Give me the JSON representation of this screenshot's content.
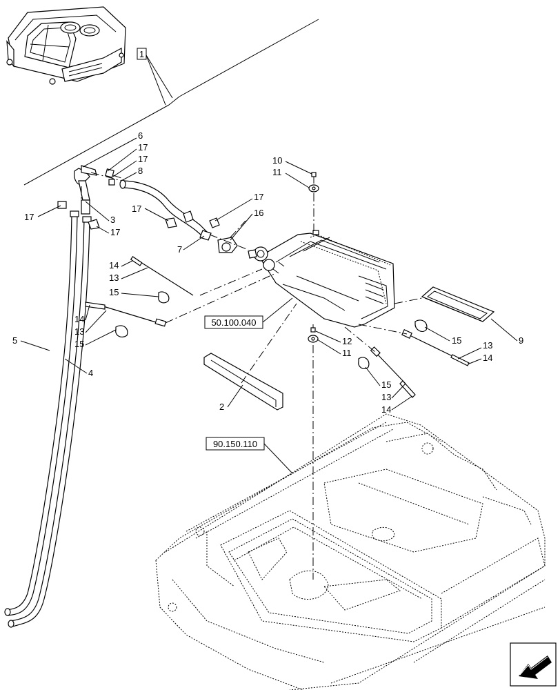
{
  "callouts": [
    {
      "text": "1"
    },
    {
      "text": "6"
    },
    {
      "text": "17"
    },
    {
      "text": "17"
    },
    {
      "text": "8"
    },
    {
      "text": "17"
    },
    {
      "text": "3"
    },
    {
      "text": "17"
    },
    {
      "text": "17"
    },
    {
      "text": "7"
    },
    {
      "text": "17"
    },
    {
      "text": "16"
    },
    {
      "text": "10"
    },
    {
      "text": "11"
    },
    {
      "text": "14"
    },
    {
      "text": "13"
    },
    {
      "text": "15"
    },
    {
      "text": "14"
    },
    {
      "text": "13"
    },
    {
      "text": "15"
    },
    {
      "text": "5"
    },
    {
      "text": "4"
    },
    {
      "text": "12"
    },
    {
      "text": "11"
    },
    {
      "text": "15"
    },
    {
      "text": "13"
    },
    {
      "text": "14"
    },
    {
      "text": "9"
    },
    {
      "text": "15"
    },
    {
      "text": "13"
    },
    {
      "text": "14"
    },
    {
      "text": "2"
    }
  ],
  "references": {
    "ref_a": "50.100.040",
    "ref_b": "90.150.110"
  },
  "icons": {
    "nav": "arrow-bottom-left-icon"
  }
}
